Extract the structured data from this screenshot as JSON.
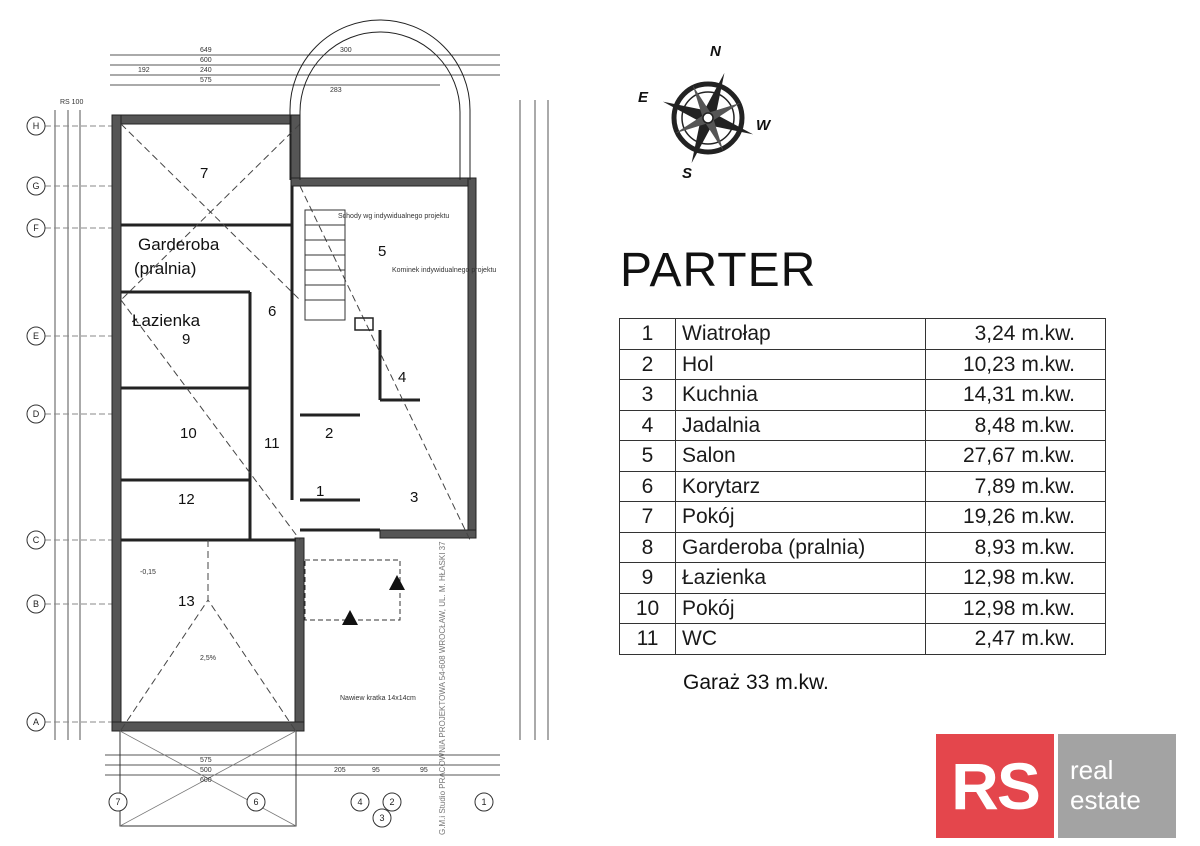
{
  "title": "PARTER",
  "compass": {
    "n": "N",
    "e": "E",
    "w": "W",
    "s": "S"
  },
  "rooms_table": [
    {
      "num": "1",
      "name": "Wiatrołap",
      "area": "3,24 m.kw."
    },
    {
      "num": "2",
      "name": "Hol",
      "area": "10,23 m.kw."
    },
    {
      "num": "3",
      "name": "Kuchnia",
      "area": "14,31 m.kw."
    },
    {
      "num": "4",
      "name": "Jadalnia",
      "area": "8,48 m.kw."
    },
    {
      "num": "5",
      "name": "Salon",
      "area": "27,67 m.kw."
    },
    {
      "num": "6",
      "name": "Korytarz",
      "area": "7,89 m.kw."
    },
    {
      "num": "7",
      "name": "Pokój",
      "area": "19,26 m.kw."
    },
    {
      "num": "8",
      "name": "Garderoba (pralnia)",
      "area": "8,93 m.kw."
    },
    {
      "num": "9",
      "name": "Łazienka",
      "area": "12,98 m.kw."
    },
    {
      "num": "10",
      "name": "Pokój",
      "area": "12,98 m.kw."
    },
    {
      "num": "11",
      "name": "WC",
      "area": "2,47 m.kw."
    }
  ],
  "garage_note": "Garaż 33 m.kw.",
  "logo": {
    "mark": "RS",
    "line1": "real",
    "line2": "estate"
  },
  "plan": {
    "room_labels": {
      "r7": "7",
      "garderoba_1": "Garderoba",
      "garderoba_2": "(pralnia)",
      "lazienka": "Łazienka",
      "r9": "9",
      "r6": "6",
      "r5": "5",
      "r4": "4",
      "r10": "10",
      "r11": "11",
      "r2": "2",
      "r1": "1",
      "r3": "3",
      "r12": "12",
      "r13": "13"
    },
    "axes_left": [
      "H",
      "G",
      "F",
      "E",
      "D",
      "C",
      "B",
      "A"
    ],
    "axes_bottom": [
      "7",
      "6",
      "4",
      "2",
      "3",
      "1"
    ],
    "dims_top": [
      "649",
      "600",
      "575",
      "300",
      "240",
      "192",
      "283"
    ],
    "dims_bottom": [
      "600",
      "575",
      "500",
      "205",
      "95",
      "95"
    ],
    "notes": {
      "stairs": "Schody wg indywidualnego projektu",
      "chimney": "Kominek indywidualnego projektu",
      "grate": "Nawiew kratka 14x14cm",
      "rs": "RS 100",
      "level": "-0,15",
      "slope": "2,5%",
      "stamp": "G.M.i Studio PRACOWNIA PROJEKTOWA 54-608 WROCŁAW, UL. M. HŁASKI 37"
    }
  }
}
